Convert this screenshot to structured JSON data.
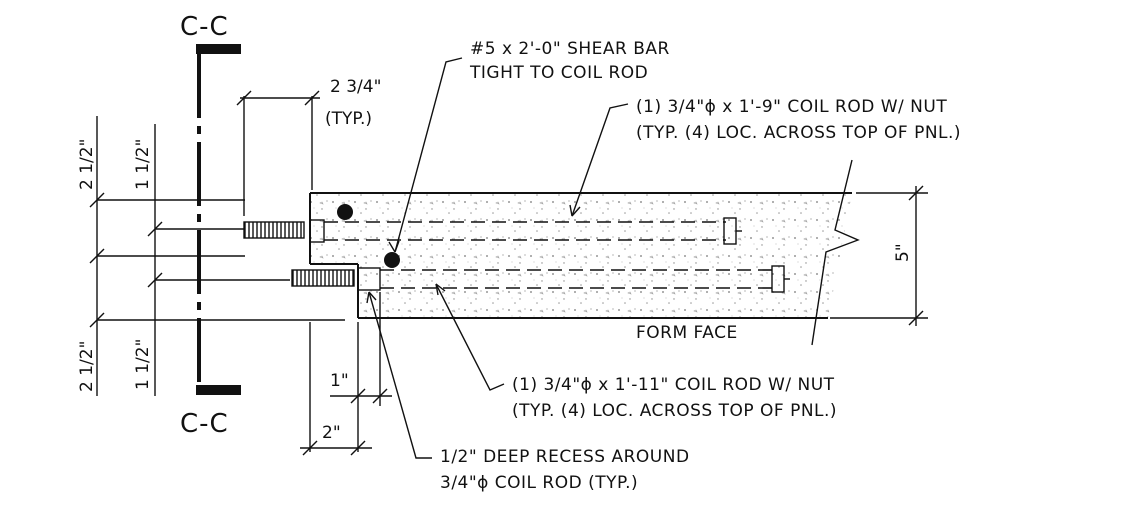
{
  "section": {
    "top_label": "C-C",
    "bottom_label": "C-C"
  },
  "dimensions": {
    "top_offset": "2 3/4\"",
    "top_offset_note": "(TYP.)",
    "left_outer_top": "2 1/2\"",
    "left_inner_top": "1 1/2\"",
    "left_outer_bottom": "2 1/2\"",
    "left_inner_bottom": "1 1/2\"",
    "recess_depth": "1\"",
    "recess_width": "2\"",
    "panel_thickness": "5\""
  },
  "callouts": {
    "shear_bar_line1": "#5 x 2'-0\" SHEAR BAR",
    "shear_bar_line2": "TIGHT TO COIL ROD",
    "coil_rod_upper_line1": "(1) 3/4\"ϕ x 1'-9\" COIL ROD W/ NUT",
    "coil_rod_upper_line2": "(TYP. (4) LOC. ACROSS TOP OF PNL.)",
    "coil_rod_lower_line1": "(1) 3/4\"ϕ x 1'-11\" COIL ROD W/ NUT",
    "coil_rod_lower_line2": "(TYP. (4) LOC. ACROSS TOP OF PNL.)",
    "recess_line1": "1/2\" DEEP RECESS AROUND",
    "recess_line2": "3/4\"ϕ COIL ROD (TYP.)",
    "form_face": "FORM FACE"
  }
}
